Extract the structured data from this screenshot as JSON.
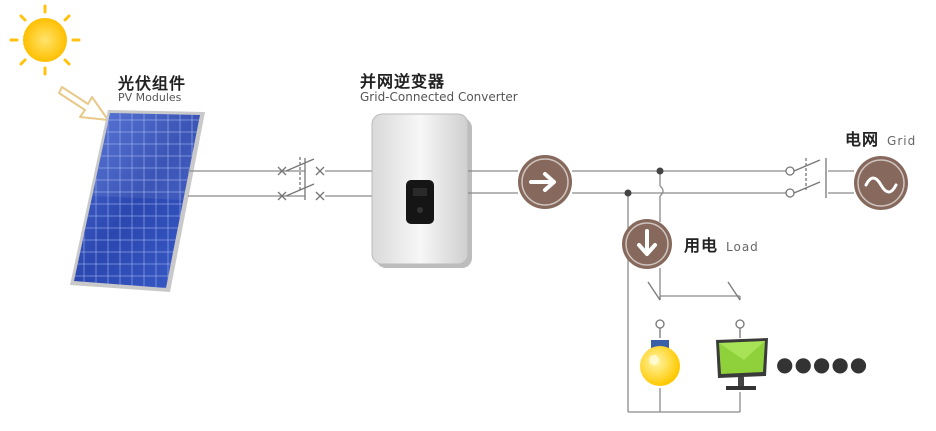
{
  "pv_modules": {
    "label_cn": "光伏组件",
    "label_en": "PV Modules"
  },
  "inverter": {
    "label_cn": "并网逆变器",
    "label_en": "Grid-Connected Converter"
  },
  "grid": {
    "label_cn": "电网",
    "label_en": "Grid"
  },
  "load": {
    "label_cn": "用电",
    "label_en": "Load"
  },
  "more_loads": "●●●●●",
  "colors": {
    "line": "#8a8a8a",
    "meter": "#8a6a5c",
    "sun": "#ffc20e",
    "panel": "#2f4fb5",
    "monitor_screen": "#8fd13a",
    "bulb": "#ffd21f"
  },
  "icons": [
    "sun-icon",
    "arrow-icon",
    "solar-panel-icon",
    "switch-icon",
    "inverter-icon",
    "meter-right-icon",
    "meter-down-icon",
    "sine-wave-icon",
    "bulb-icon",
    "monitor-icon"
  ]
}
